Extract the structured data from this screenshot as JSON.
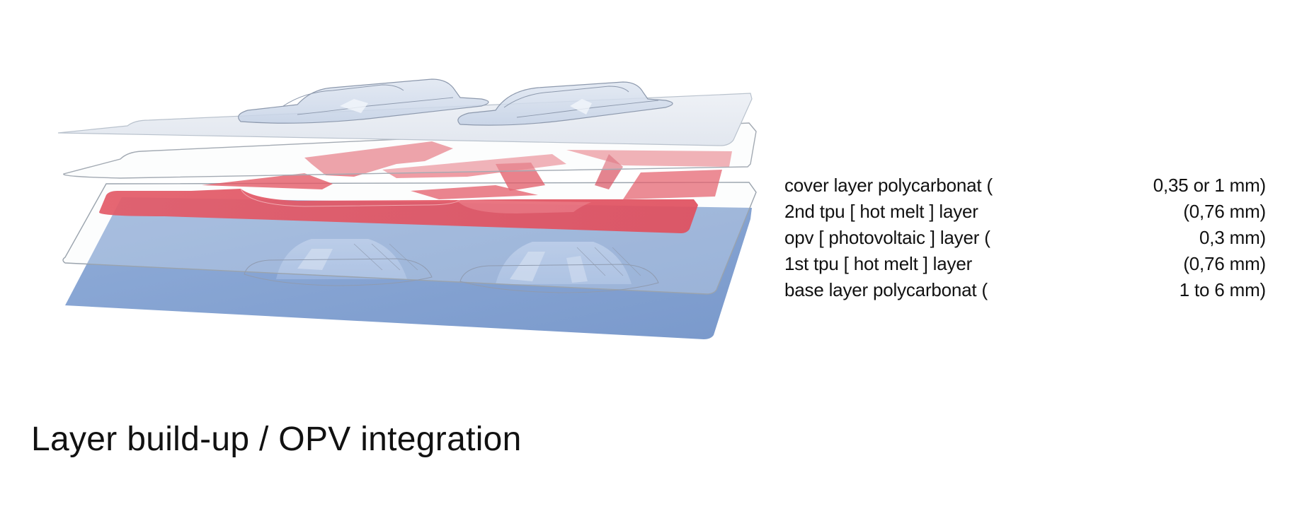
{
  "title": "Layer build-up / OPV integration",
  "layers": [
    {
      "name": "cover  layer polycarbonat (",
      "thickness": "0,35 or 1 mm)",
      "color": "#e8edf3"
    },
    {
      "name": "2nd tpu [ hot melt ] layer",
      "thickness": "(0,76 mm)",
      "color": "#f2f3f5"
    },
    {
      "name": "opv [ photovoltaic ] layer (",
      "thickness": "0,3 mm)",
      "color": "#e35a67"
    },
    {
      "name": "1st tpu [ hot melt ] layer",
      "thickness": "(0,76 mm)",
      "color": "#f2f3f5"
    },
    {
      "name": "base layer polycarbonat (",
      "thickness": "1 to 6 mm)",
      "color": "#7f9fd0"
    }
  ]
}
